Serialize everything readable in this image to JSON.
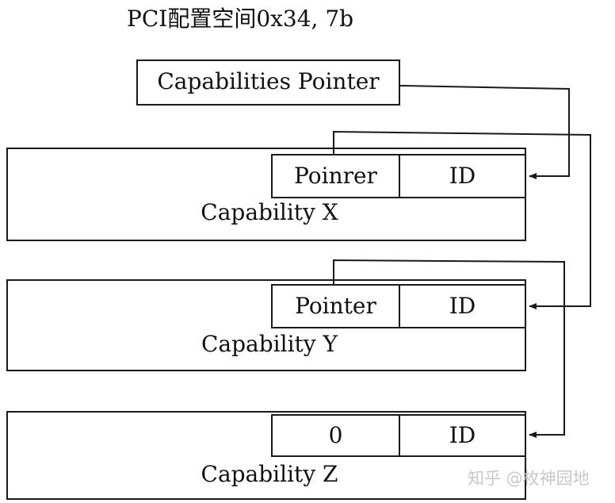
{
  "title": "PCI配置空间0x34, 7b",
  "capabilities_pointer": "Capabilities Pointer",
  "capabilities": [
    {
      "name": "Capability X",
      "pointer": "Poinrer",
      "id": "ID"
    },
    {
      "name": "Capability Y",
      "pointer": "Pointer",
      "id": "ID"
    },
    {
      "name": "Capability Z",
      "pointer": "0",
      "id": "ID"
    }
  ],
  "watermark": "知乎 @枚神园地"
}
